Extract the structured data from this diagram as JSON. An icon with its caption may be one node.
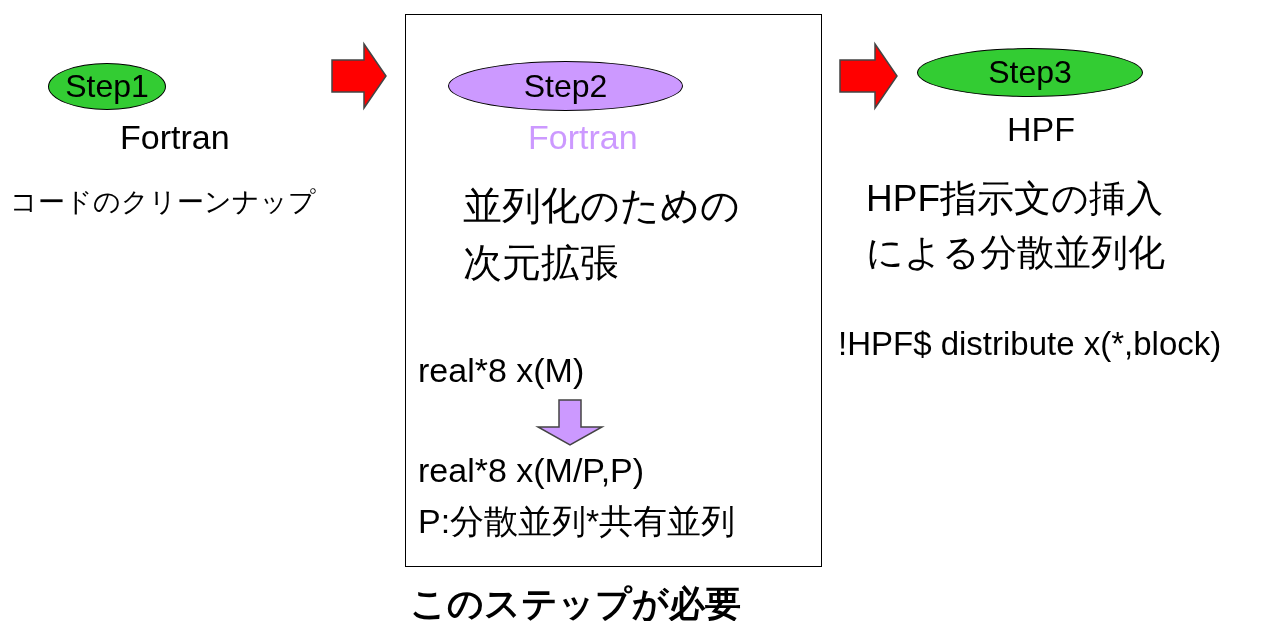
{
  "diagram": {
    "nodes": [
      {
        "text": [
          "Step1"
        ],
        "beside": [
          "Fortran",
          "コードのクリーンナップ"
        ]
      },
      {
        "text": [],
        "shape": "box",
        "beside": [
          "このステップが必要"
        ]
      },
      {
        "text": [
          "Step2"
        ],
        "in": 1,
        "beside": [
          "Fortran",
          "並列化のための次元拡張"
        ]
      },
      {
        "text": [
          "real*8  x(M)"
        ],
        "in": 1
      },
      {
        "text": [
          "real*8  x(M/P,P)",
          "P:分散並列*共有並列"
        ],
        "in": 1
      },
      {
        "text": [
          "Step3"
        ],
        "beside": [
          "HPF",
          "HPF指示文の挿入による分散並列化",
          "!HPF$ distribute x(*,block)"
        ]
      }
    ],
    "edges": [
      {
        "from": 0,
        "to": 1,
        "arrow": "to",
        "style": "thick",
        "color": "#ff0000"
      },
      {
        "from": 1,
        "to": 5,
        "arrow": "to",
        "style": "thick",
        "color": "#ff0000"
      },
      {
        "from": 3,
        "to": 4,
        "arrow": "to",
        "style": "thick",
        "color": "#cc99ff"
      }
    ]
  }
}
